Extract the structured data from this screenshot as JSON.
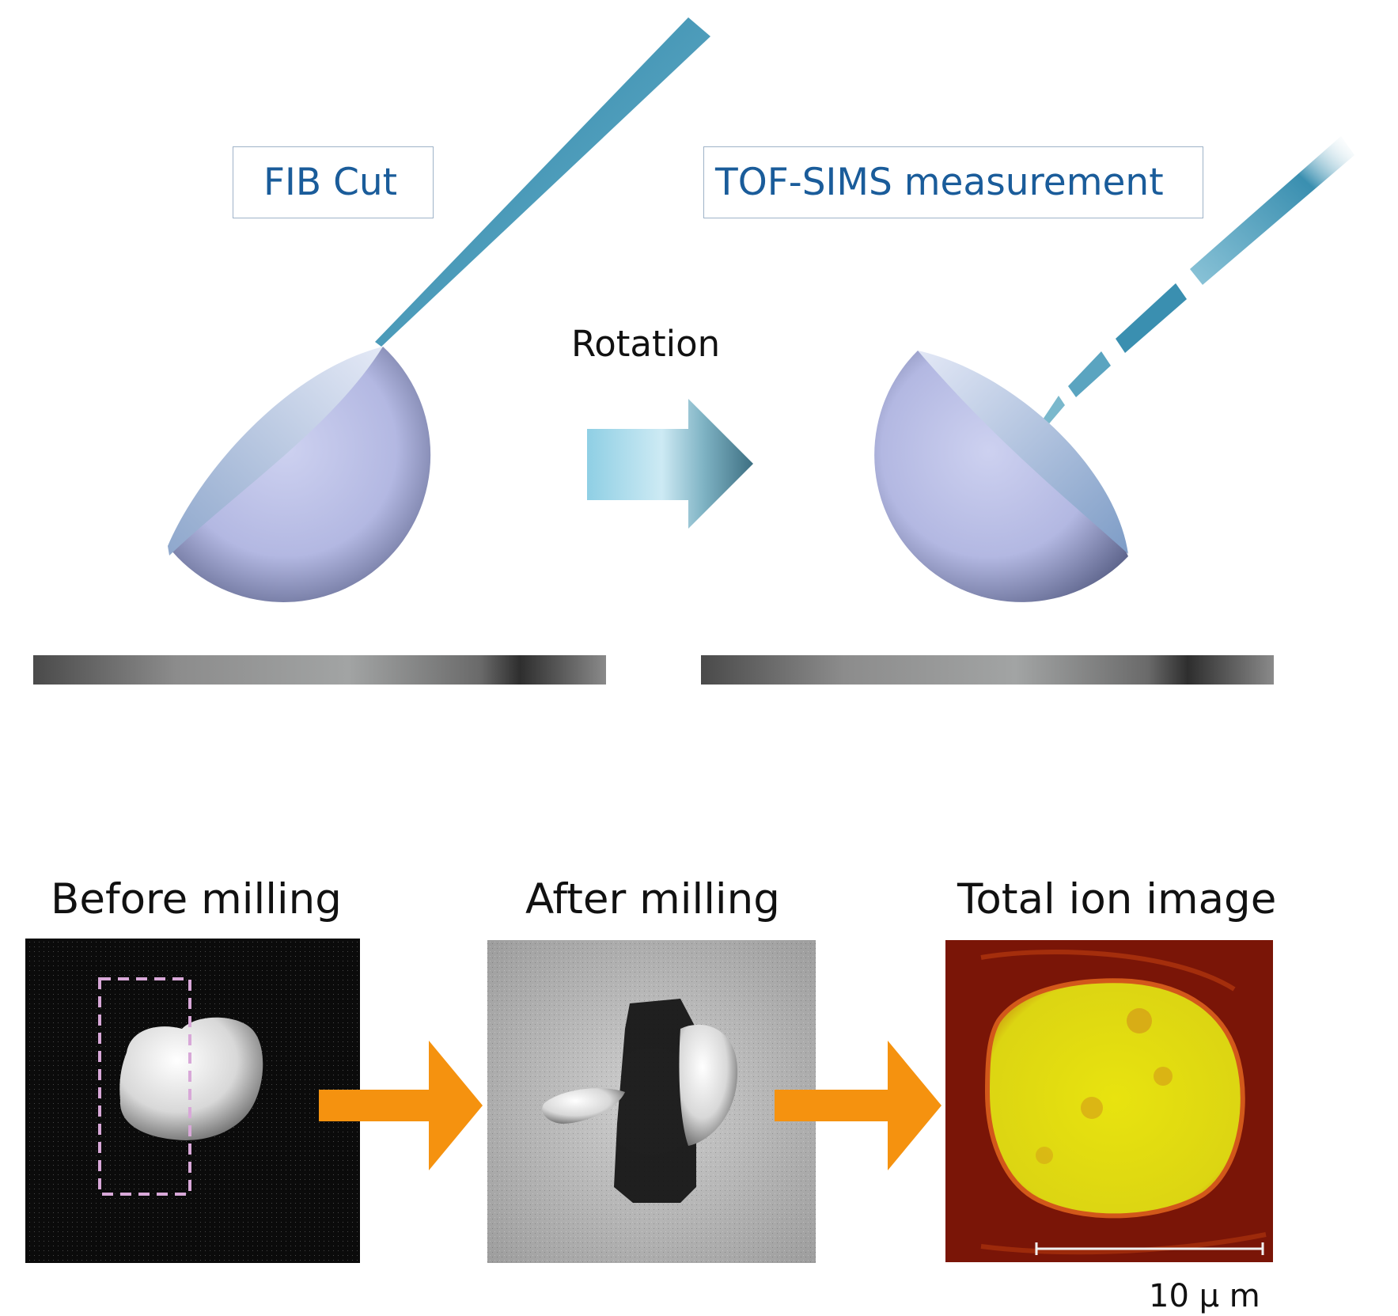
{
  "top": {
    "fib_label": "FIB Cut",
    "tof_label": "TOF-SIMS measurement",
    "rotation_label": "Rotation"
  },
  "bottom": {
    "before_label": "Before milling",
    "after_label": "After milling",
    "total_label": "Total ion image",
    "scale_label": "10 μ m"
  },
  "colors": {
    "label_text": "#1a5c9a",
    "hemisphere": "#b8bde6",
    "beam": "#2f8fae",
    "arrow_orange": "#f5920f",
    "ion_yellow": "#e6e10f",
    "ion_red": "#8a1a08"
  }
}
